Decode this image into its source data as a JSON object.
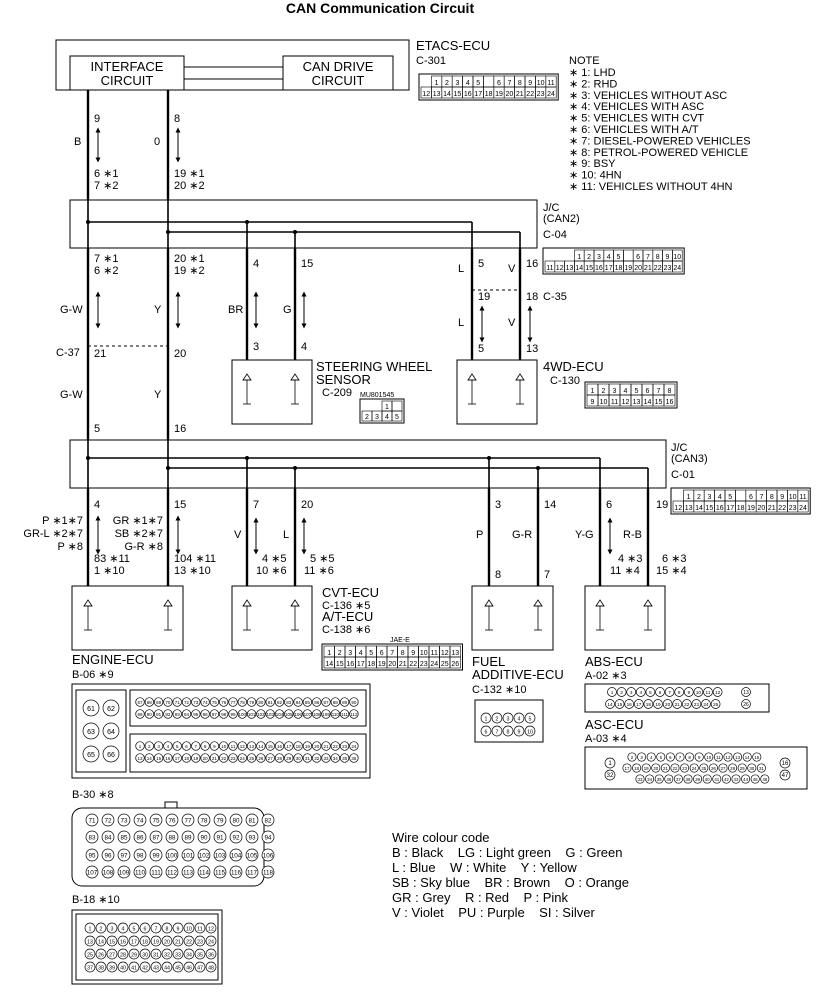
{
  "title": "CAN Communication Circuit",
  "notes": {
    "heading": "NOTE",
    "items": [
      "∗ 1: LHD",
      "∗ 2: RHD",
      "∗ 3: VEHICLES WITHOUT ASC",
      "∗ 4: VEHICLES WITH ASC",
      "∗ 5: VEHICLES WITH CVT",
      "∗ 6: VEHICLES WITH A/T",
      "∗ 7: DIESEL-POWERED VEHICLES",
      "∗ 8: PETROL-POWERED VEHICLE",
      "∗ 9: BSY",
      "∗ 10: 4HN",
      "∗ 11: VEHICLES WITHOUT 4HN"
    ]
  },
  "etacs": {
    "name": "ETACS-ECU",
    "connector": "C-301",
    "interface": [
      "INTERFACE",
      "CIRCUIT"
    ],
    "candrive": [
      "CAN DRIVE",
      "CIRCUIT"
    ],
    "pins_top": [
      "1",
      "2",
      "3",
      "4",
      "5",
      "",
      "6",
      "7",
      "8",
      "9",
      "10",
      "11"
    ],
    "pins_bottom": [
      "12",
      "13",
      "14",
      "15",
      "16",
      "17",
      "18",
      "19",
      "20",
      "21",
      "22",
      "23",
      "24"
    ]
  },
  "jc2": {
    "name": [
      "J/C",
      "(CAN2)"
    ],
    "connector": "C-04",
    "pins_top": [
      "1",
      "2",
      "3",
      "4",
      "5",
      "",
      "6",
      "7",
      "8",
      "9",
      "10"
    ],
    "pins_bottom": [
      "11",
      "12",
      "13",
      "14",
      "15",
      "16",
      "17",
      "18",
      "19",
      "20",
      "21",
      "22",
      "23",
      "24"
    ]
  },
  "jc3": {
    "name": [
      "J/C",
      "(CAN3)"
    ],
    "connector": "C-01",
    "pins_top": [
      "1",
      "2",
      "3",
      "4",
      "5",
      "",
      "6",
      "7",
      "8",
      "9",
      "10",
      "11"
    ],
    "pins_bottom": [
      "12",
      "13",
      "14",
      "15",
      "16",
      "17",
      "18",
      "19",
      "20",
      "21",
      "22",
      "23",
      "24"
    ]
  },
  "wires": {
    "b": "B",
    "o": "0",
    "gw1": "G-W",
    "y1": "Y",
    "gw2": "G-W",
    "y2": "Y",
    "br": "BR",
    "g": "G",
    "l1": "L",
    "v1": "V",
    "l2": "L",
    "v2": "V",
    "v3": "V",
    "l3": "L",
    "p": "P",
    "gr_r": "G-R",
    "y_g": "Y-G",
    "r_b": "R-B",
    "eng_l1": "P ∗1∗7",
    "eng_l2": "GR-L ∗2∗7",
    "eng_l3": "P ∗8",
    "eng_r1": "GR ∗1∗7",
    "eng_r2": "SB ∗2∗7",
    "eng_r3": "G-R ∗8"
  },
  "pins": {
    "et9": "9",
    "et8": "8",
    "a6": "6 ∗1",
    "a7": "7 ∗2",
    "a19": "19 ∗1",
    "a20": "20 ∗2",
    "b7": "7 ∗1",
    "b6": "6 ∗2",
    "b20": "20 ∗1",
    "b19": "19 ∗2",
    "c4": "4",
    "c15": "15",
    "c5": "5",
    "c16": "16",
    "sw3": "3",
    "sw4": "4",
    "w19": "19",
    "w18": "18",
    "w5": "5",
    "w13": "13",
    "j37a": "21",
    "j37b": "20",
    "d5": "5",
    "d16": "16",
    "e4": "4",
    "e15": "15",
    "e7": "7",
    "e20": "20",
    "e3": "3",
    "e14": "14",
    "e6": "6",
    "e19": "19",
    "en83": "83 ∗11",
    "en1": "1 ∗10",
    "en104": "104 ∗11",
    "en13": "13 ∗10",
    "cv4": "4 ∗5",
    "cv10": "10 ∗6",
    "cv5": "5 ∗5",
    "cv11": "11 ∗6",
    "fa8": "8",
    "fa7": "7",
    "ab4": "4 ∗3",
    "ab11": "11 ∗4",
    "ab6": "6 ∗3",
    "ab15": "15 ∗4"
  },
  "connectors": {
    "c37": "C-37",
    "c35": "C-35",
    "steering": [
      "STEERING WHEEL",
      "SENSOR"
    ],
    "steering_conn": "C-209",
    "steering_part": "MU801545",
    "steering_pins_top": [
      "1",
      ""
    ],
    "steering_pins_bottom": [
      "2",
      "3",
      "4",
      "5"
    ],
    "fwd": "4WD-ECU",
    "fwd_conn": "C-130",
    "fwd_pins_top": [
      "1",
      "2",
      "3",
      "4",
      "5",
      "6",
      "7",
      "8"
    ],
    "fwd_pins_bottom": [
      "9",
      "10",
      "11",
      "12",
      "13",
      "14",
      "15",
      "16"
    ],
    "cvt": "CVT-ECU",
    "cvt_conn": "C-136 ∗5",
    "at": "A/T-ECU",
    "at_conn": "C-138 ∗6",
    "at_code": "JAE-E",
    "at_pins_top": [
      "1",
      "2",
      "3",
      "4",
      "5",
      "6",
      "7",
      "8",
      "9",
      "10",
      "11",
      "12",
      "13"
    ],
    "at_pins_bottom": [
      "14",
      "15",
      "16",
      "17",
      "18",
      "19",
      "20",
      "21",
      "22",
      "23",
      "24",
      "25",
      "26"
    ],
    "fuel": [
      "FUEL",
      "ADDITIVE-ECU"
    ],
    "fuel_conn": "C-132 ∗10",
    "fuel_pins_top": [
      "1",
      "2",
      "3",
      "4",
      "5"
    ],
    "fuel_pins_bottom": [
      "6",
      "7",
      "8",
      "9",
      "10"
    ],
    "abs": "ABS-ECU",
    "abs_conn": "A-02 ∗3",
    "asc": "ASC-ECU",
    "asc_conn": "A-03 ∗4",
    "engine": "ENGINE-ECU",
    "engine_conn": "B-06 ∗9",
    "b30": "B-30 ∗8",
    "b18": "B-18 ∗10"
  },
  "legend": {
    "title": "Wire colour code",
    "lines": [
      "B : Black    LG : Light green    G : Green",
      "L : Blue    W : White    Y : Yellow",
      "SB : Sky blue    BR : Brown    O : Orange",
      "GR : Grey    R : Red    P : Pink",
      "V : Violet    PU : Purple    SI : Silver"
    ]
  }
}
